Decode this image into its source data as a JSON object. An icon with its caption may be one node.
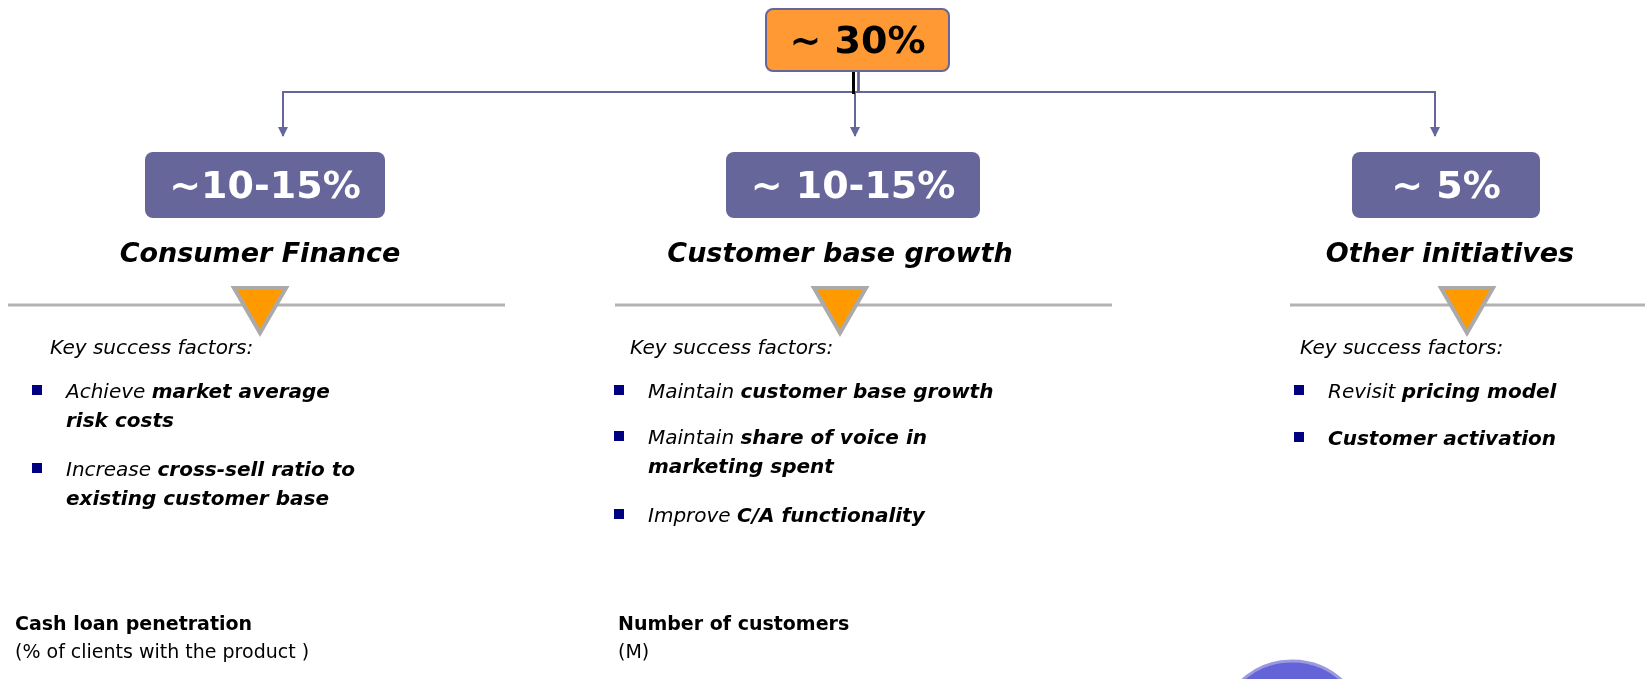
{
  "diagram": {
    "nodes": [
      {
        "text": [
          "~ 30%"
        ]
      },
      {
        "text": [
          "~10-15%",
          "Consumer Finance"
        ]
      },
      {
        "text": [
          "~ 10-15%",
          "Customer base growth"
        ]
      },
      {
        "text": [
          "~ 5%",
          "Other initiatives"
        ]
      },
      {
        "text": [],
        "shape": "circle"
      }
    ],
    "edges": [
      {
        "from": 0,
        "to": 1,
        "arrow": "to"
      },
      {
        "from": 0,
        "to": 2,
        "arrow": "to"
      },
      {
        "from": 0,
        "to": 3,
        "arrow": "to"
      }
    ],
    "labels": [
      "Key success factors:",
      "Achieve **market average risk costs**",
      "Increase **cross-sell ratio to existing customer base**",
      "Key success factors:",
      "Maintain **customer base growth**",
      "Maintain **share of voice in marketing spent**",
      "Improve **C/A functionality**",
      "Key success factors:",
      "Revisit **pricing model**",
      "Customer activation",
      "Cash loan penetration",
      "(% of clients with the product )",
      "Number of customers",
      "(M)"
    ]
  }
}
